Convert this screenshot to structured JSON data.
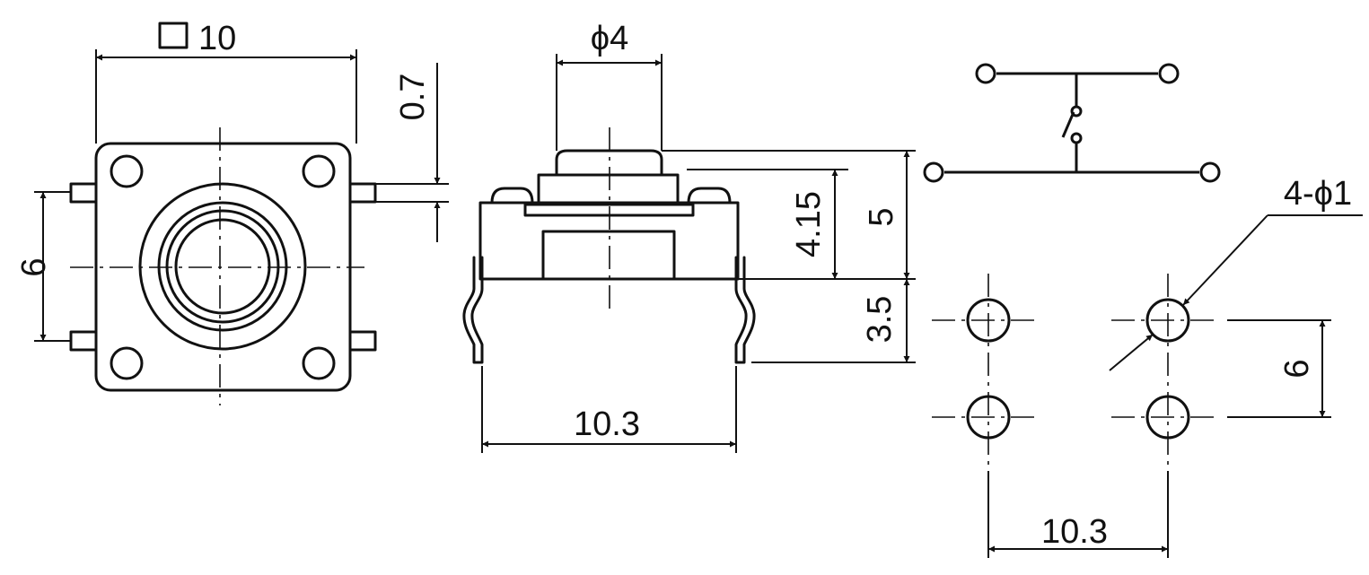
{
  "top_view": {
    "width_label": "10",
    "pin_pitch_label": "6",
    "pin_thickness_label": "0.7"
  },
  "side_view": {
    "button_diameter_label": "ϕ4",
    "body_height_label": "4.15",
    "total_height_label": "5",
    "lead_length_label": "3.5",
    "lead_span_label": "10.3"
  },
  "footprint": {
    "hole_label": "4-ϕ1",
    "row_pitch_label": "6",
    "column_pitch_label": "10.3"
  },
  "colors": {
    "line": "#111111",
    "background": "#ffffff"
  }
}
